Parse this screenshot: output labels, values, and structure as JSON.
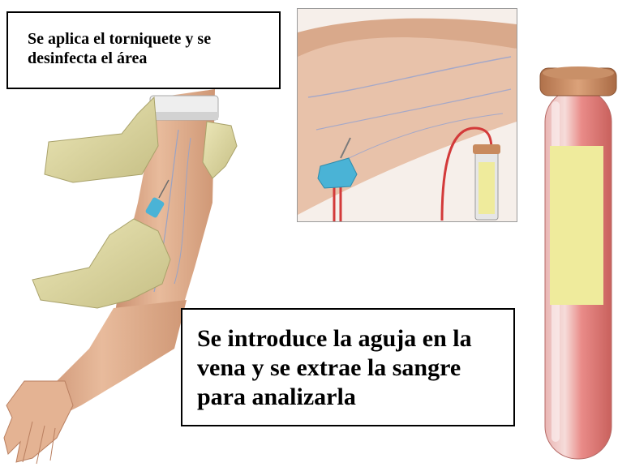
{
  "callouts": {
    "tourniquet_step": "Se aplica el torniquete y se desinfecta el área",
    "needle_step": "Se introduce la aguja en la vena y se extrae la sangre para analizarla"
  },
  "colors": {
    "skin": "#e3b08f",
    "skin_shadow": "#c98e6e",
    "glove": "#d9d39c",
    "tourniquet": "#eeeeee",
    "needle_hub": "#4ab3d6",
    "blood_line": "#d33a3a",
    "tube_cap": "#c88a5e",
    "tube_label": "#efeb9c",
    "tube_blood": "#e07070"
  },
  "icons": {
    "arm": "arm-illustration",
    "inset": "venipuncture-closeup",
    "tube": "blood-collection-tube"
  }
}
